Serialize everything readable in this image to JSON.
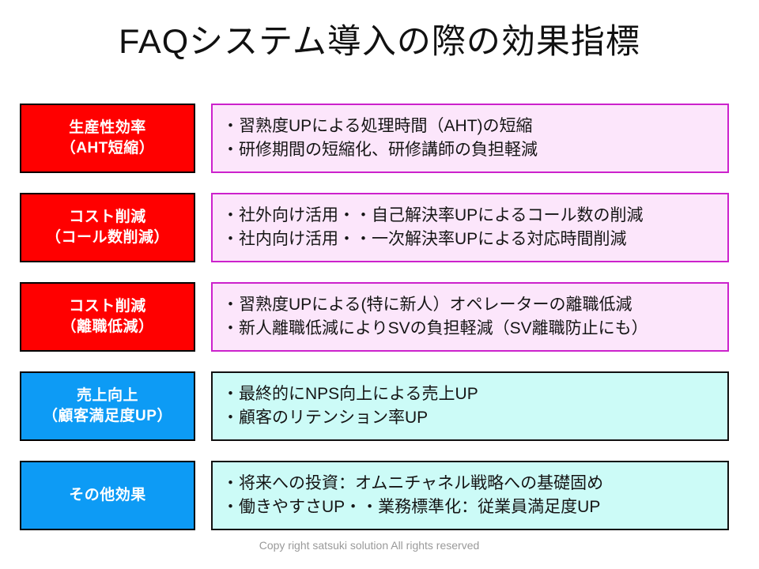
{
  "slide": {
    "title": "FAQシステム導入の際の効果指標",
    "footer": "Copy right satsuki solution All rights reserved",
    "colors": {
      "red_label": "#FF0000",
      "blue_label": "#0D9BF5",
      "pink_panel_fill": "#FCE6FB",
      "pink_panel_border": "#CC22CC",
      "cyan_panel_fill": "#CCFBF7",
      "cyan_panel_border": "#111111",
      "label_text": "#FFFFFF",
      "body_text": "#151515",
      "footer_text": "#9A9A9A"
    }
  },
  "rows": [
    {
      "label_lines": [
        "生産性効率",
        "（AHT短縮）"
      ],
      "label_style": "red",
      "panel_style": "pink",
      "content_lines": [
        "・習熟度UPによる処理時間（AHT)の短縮",
        "・研修期間の短縮化、研修講師の負担軽減"
      ]
    },
    {
      "label_lines": [
        "コスト削減",
        "（コール数削減）"
      ],
      "label_style": "red",
      "panel_style": "pink",
      "content_lines": [
        "・社外向け活用・・自己解決率UPによるコール数の削減",
        "・社内向け活用・・一次解決率UPによる対応時間削減"
      ]
    },
    {
      "label_lines": [
        "コスト削減",
        "（離職低減）"
      ],
      "label_style": "red",
      "panel_style": "pink",
      "content_lines": [
        "・習熟度UPによる(特に新人）オペレーターの離職低減",
        "・新人離職低減によりSVの負担軽減（SV離職防止にも）"
      ]
    },
    {
      "label_lines": [
        "売上向上",
        "（顧客満足度UP）"
      ],
      "label_style": "blue",
      "panel_style": "cyan",
      "content_lines": [
        "・最終的にNPS向上による売上UP",
        "・顧客のリテンション率UP"
      ]
    },
    {
      "label_lines": [
        "その他効果"
      ],
      "label_style": "blue",
      "panel_style": "cyan",
      "content_lines": [
        "・将来への投資：オムニチャネル戦略への基礎固め",
        "・働きやすさUP・・業務標準化：従業員満足度UP"
      ]
    }
  ]
}
